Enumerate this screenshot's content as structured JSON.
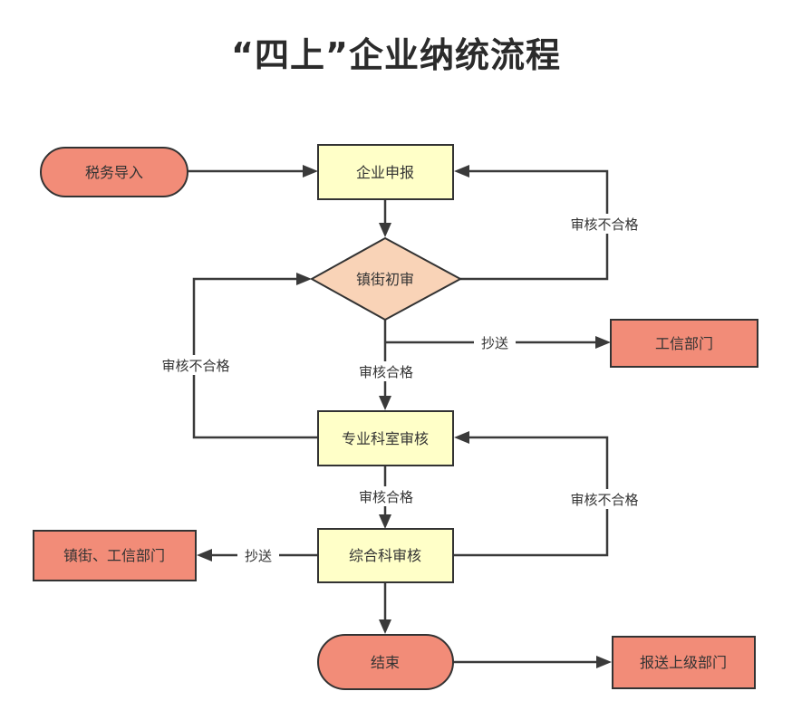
{
  "title": "“四上”企业纳统流程",
  "colors": {
    "process_fill": "#ffffc8",
    "process_stroke": "#333333",
    "terminal_fill": "#f28c78",
    "decision_fill": "#f9d3b7",
    "line": "#3a3a3a"
  },
  "nodes": {
    "tax_import": "税务导入",
    "enterprise_report": "企业申报",
    "town_review": "镇街初审",
    "industry_dept": "工信部门",
    "specialist_review": "专业科室审核",
    "general_review": "综合科审核",
    "town_industry": "镇街、工信部门",
    "end": "结束",
    "report_up": "报送上级部门"
  },
  "edges": {
    "fail_1": "审核不合格",
    "fail_2": "审核不合格",
    "fail_3": "审核不合格",
    "pass_1": "审核合格",
    "pass_2": "审核合格",
    "cc_1": "抄送",
    "cc_2": "抄送"
  }
}
